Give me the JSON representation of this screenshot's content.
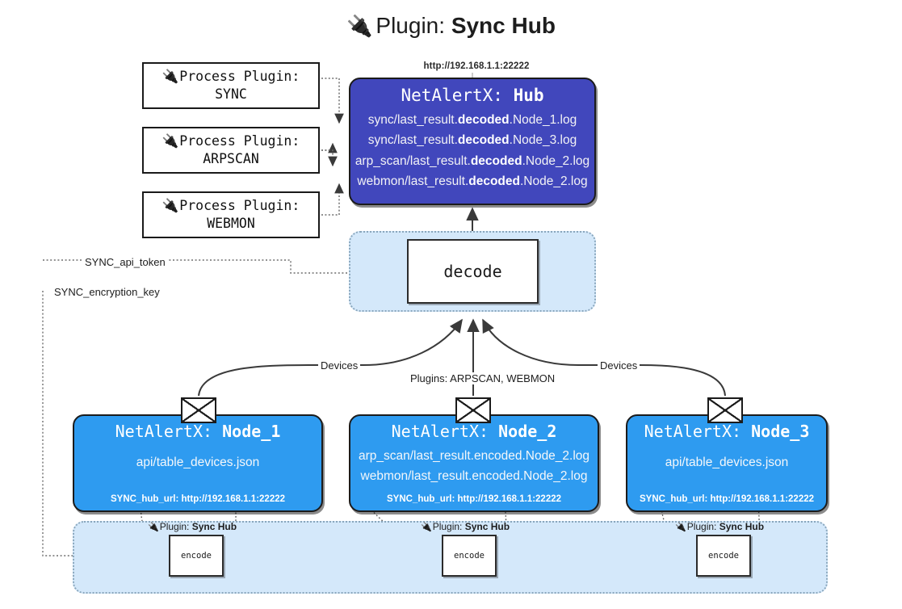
{
  "title": {
    "icon": "plug-icon",
    "prefix": "Plugin:",
    "name": "Sync Hub",
    "glyph": "🔌"
  },
  "process_plugins": [
    {
      "icon": "plug-icon",
      "label": "Process Plugin:",
      "name": "SYNC"
    },
    {
      "icon": "plug-icon",
      "label": "Process Plugin:",
      "name": "ARPSCAN"
    },
    {
      "icon": "plug-icon",
      "label": "Process Plugin:",
      "name": "WEBMON"
    }
  ],
  "hub": {
    "url": "http://192.168.1.1:22222",
    "prefix": "NetAlertX:",
    "name": "Hub",
    "color": "#4147bc",
    "lines": [
      {
        "pre": "sync/last_result.",
        "bold": "decoded",
        "post": ".Node_1.log"
      },
      {
        "pre": "sync/last_result.",
        "bold": "decoded",
        "post": ".Node_3.log"
      },
      {
        "pre": "arp_scan/last_result.",
        "bold": "decoded",
        "post": ".Node_2.log"
      },
      {
        "pre": "webmon/last_result.",
        "bold": "decoded",
        "post": ".Node_2.log"
      }
    ]
  },
  "decode": {
    "label": "decode",
    "pool_color": "#d4e8fa"
  },
  "secrets": [
    {
      "label": "SYNC_api_token"
    },
    {
      "label": "SYNC_encryption_key"
    }
  ],
  "flow_labels": {
    "devices_left": "Devices",
    "plugins_center": "Plugins: ARPSCAN, WEBMON",
    "devices_right": "Devices"
  },
  "nodes": [
    {
      "icon": "envelope-icon",
      "prefix": "NetAlertX:",
      "name": "Node_1",
      "color": "#2e9bf0",
      "lines": [
        {
          "pre": "api/table_devices.json",
          "bold": "",
          "post": ""
        }
      ],
      "footer": "SYNC_hub_url: http://192.168.1.1:22222"
    },
    {
      "icon": "envelope-icon",
      "prefix": "NetAlertX:",
      "name": "Node_2",
      "color": "#2e9bf0",
      "lines": [
        {
          "pre": "arp_scan/last_result.encoded.Node_2.log",
          "bold": "",
          "post": ""
        },
        {
          "pre": "webmon/last_result.encoded.Node_2.log",
          "bold": "",
          "post": ""
        }
      ],
      "footer": "SYNC_hub_url: http://192.168.1.1:22222"
    },
    {
      "icon": "envelope-icon",
      "prefix": "NetAlertX:",
      "name": "Node_3",
      "color": "#2e9bf0",
      "lines": [
        {
          "pre": "api/table_devices.json",
          "bold": "",
          "post": ""
        }
      ],
      "footer": "SYNC_hub_url: http://192.168.1.1:22222"
    }
  ],
  "encoders": [
    {
      "icon": "plug-icon",
      "label_prefix": "Plugin:",
      "label_name": "Sync Hub",
      "box": "encode"
    },
    {
      "icon": "plug-icon",
      "label_prefix": "Plugin:",
      "label_name": "Sync Hub",
      "box": "encode"
    },
    {
      "icon": "plug-icon",
      "label_prefix": "Plugin:",
      "label_name": "Sync Hub",
      "box": "encode"
    }
  ]
}
